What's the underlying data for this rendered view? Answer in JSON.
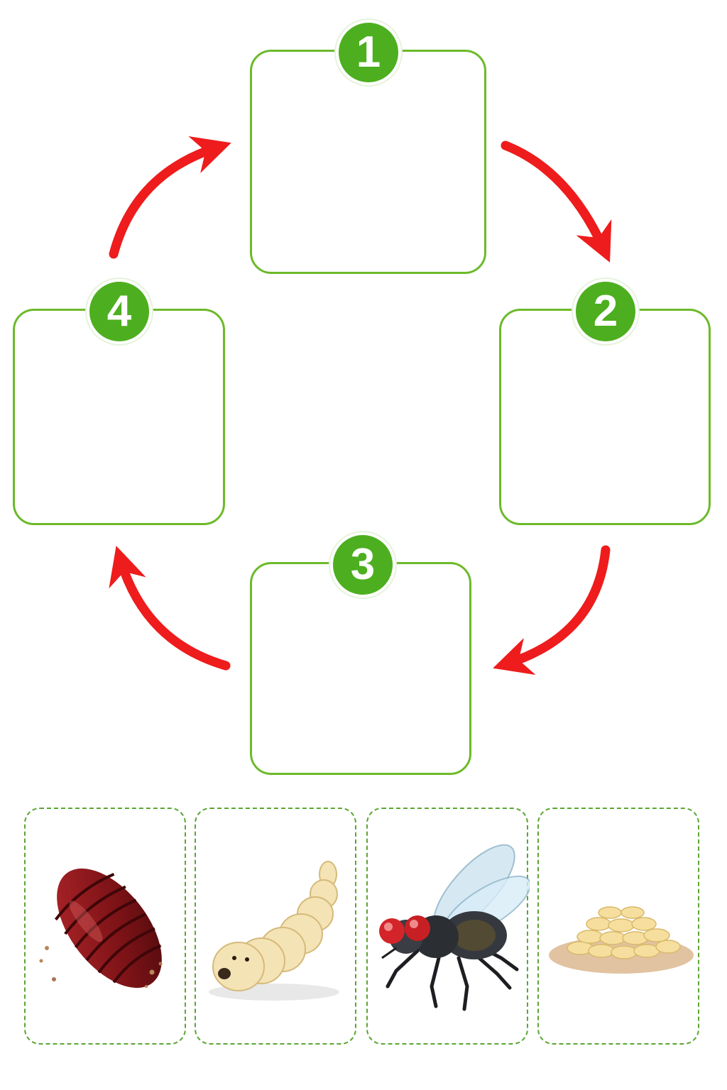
{
  "diagram": {
    "title": "",
    "stages": [
      {
        "number": "1",
        "label": ""
      },
      {
        "number": "2",
        "label": ""
      },
      {
        "number": "3",
        "label": ""
      },
      {
        "number": "4",
        "label": ""
      }
    ],
    "cards": [
      {
        "icon": "pupa-icon"
      },
      {
        "icon": "larva-icon"
      },
      {
        "icon": "adult-fly-icon"
      },
      {
        "icon": "eggs-icon"
      }
    ],
    "colors": {
      "box_border": "#6cba2a",
      "badge_fill": "#4daf1f",
      "arrow": "#ee1c1c",
      "card_border": "#5aa632"
    }
  }
}
